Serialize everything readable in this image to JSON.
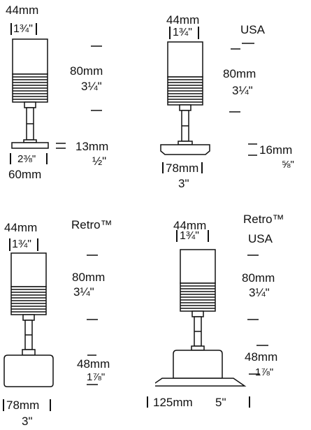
{
  "panels": [
    {
      "label": "",
      "top_width_mm": "44mm",
      "top_width_in": "1¾\"",
      "height_mm": "80mm",
      "height_in": "3¼\"",
      "base_height_mm": "13mm",
      "base_height_in": "½\"",
      "base_width_mm": "60mm",
      "base_width_in": "2⅜\""
    },
    {
      "label": "USA",
      "top_width_mm": "44mm",
      "top_width_in": "1¾\"",
      "height_mm": "80mm",
      "height_in": "3¼\"",
      "base_height_mm": "16mm",
      "base_height_in": "⅝\"",
      "base_width_mm": "78mm",
      "base_width_in": "3\""
    },
    {
      "label": "Retro™",
      "top_width_mm": "44mm",
      "top_width_in": "1¾\"",
      "height_mm": "80mm",
      "height_in": "3¼\"",
      "base_height_mm": "48mm",
      "base_height_in": "1⅞\"",
      "base_width_mm": "78mm",
      "base_width_in": "3\""
    },
    {
      "label": "Retro™",
      "label2": "USA",
      "top_width_mm": "44mm",
      "top_width_in": "1¾\"",
      "height_mm": "80mm",
      "height_in": "3¼\"",
      "base_height_mm": "48mm",
      "base_height_in": "1⅞\"",
      "base_width_mm": "125mm",
      "base_width_in": "5\""
    }
  ],
  "colors": {
    "ink": "#111111",
    "fixture_fill": "#ffffff"
  }
}
